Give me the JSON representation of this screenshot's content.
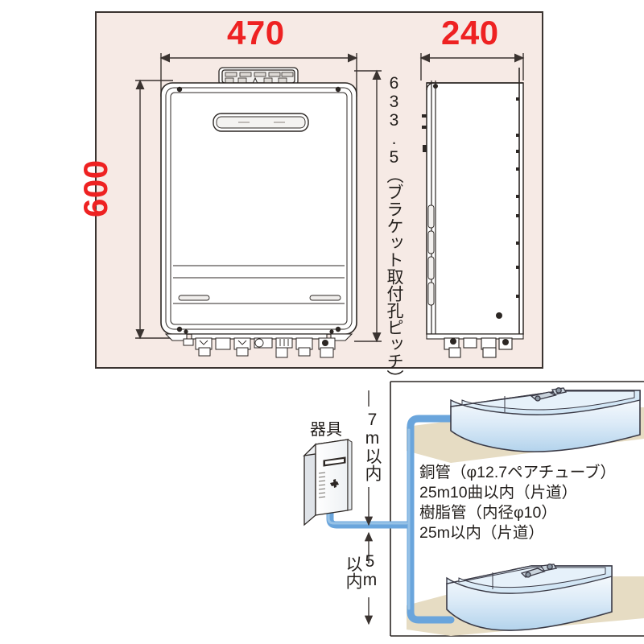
{
  "figure": {
    "title": "給湯器 寸法図および配管施工図",
    "background_color": "#ffffff"
  },
  "dimension_panel": {
    "background_color": "#f6eae5",
    "border_color": "#3a3330",
    "dimension_color": "#ee2222",
    "front_view": {
      "width_label": "470",
      "height_label": "600"
    },
    "side_view": {
      "depth_label": "240"
    },
    "bracket_label": "633.5（ブラケット取付孔ピッチ）"
  },
  "piping_diagram": {
    "appliance_label": "器具",
    "vertical_upper_label": "7m以内",
    "vertical_lower_label_line1": "5m",
    "vertical_lower_label_line2": "以内",
    "pipe_spec_lines": [
      "銅管（φ12.7ペアチューブ）",
      "25m10曲以内（片道）",
      "樹脂管（内径φ10）",
      "25m以内（片道）"
    ],
    "pipe_color": "#6aa5dc",
    "pipe_edge_color": "#3b7cbd",
    "tub_fill_top": "#ffffff",
    "tub_fill_bottom": "#bcd9ef",
    "floor_color": "#e6dcc3"
  }
}
